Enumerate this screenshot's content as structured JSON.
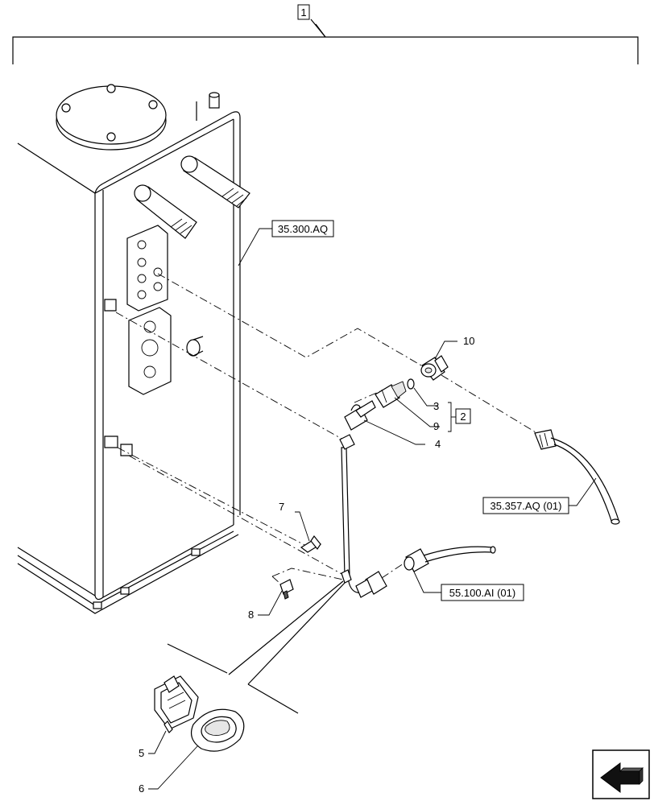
{
  "assembly_label": "1",
  "kit_label": "2",
  "references": {
    "tank": "35.300.AQ",
    "hose": "35.357.AQ (01)",
    "connector": "55.100.AI (01)"
  },
  "callouts": {
    "c3": "3",
    "c4": "4",
    "c5": "5",
    "c6": "6",
    "c7": "7",
    "c8": "8",
    "c9": "9",
    "c10": "10"
  },
  "icons": {
    "nav": "arrow-icon"
  }
}
